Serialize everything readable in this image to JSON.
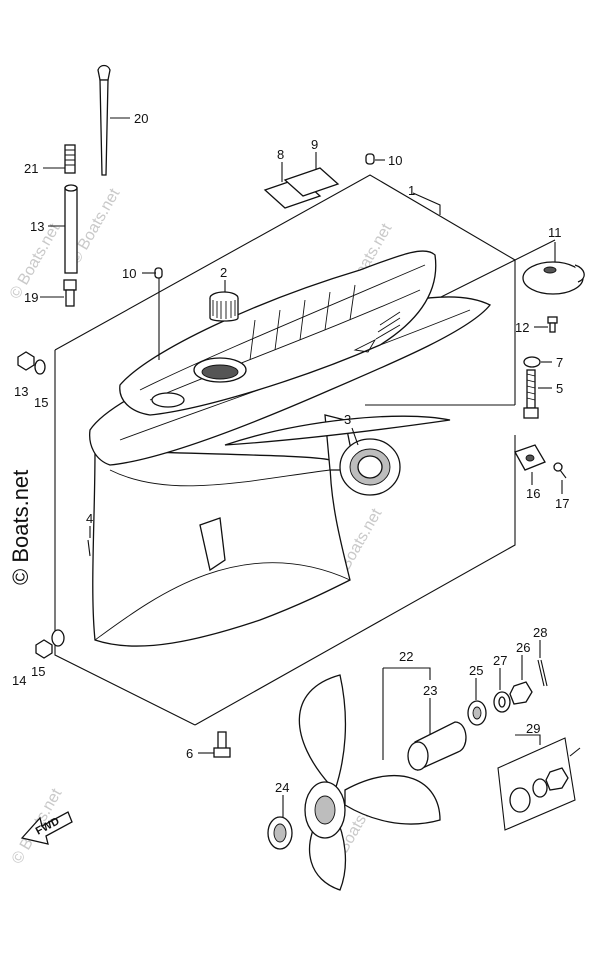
{
  "callouts": [
    {
      "id": "c20",
      "label": "20"
    },
    {
      "id": "c21",
      "label": "21"
    },
    {
      "id": "c8",
      "label": "8"
    },
    {
      "id": "c9",
      "label": "9"
    },
    {
      "id": "c10a",
      "label": "10"
    },
    {
      "id": "c1",
      "label": "1"
    },
    {
      "id": "c13a",
      "label": "13"
    },
    {
      "id": "c11",
      "label": "11"
    },
    {
      "id": "c10b",
      "label": "10"
    },
    {
      "id": "c2",
      "label": "2"
    },
    {
      "id": "c19",
      "label": "19"
    },
    {
      "id": "c12",
      "label": "12"
    },
    {
      "id": "c13b",
      "label": "13"
    },
    {
      "id": "c15a",
      "label": "15"
    },
    {
      "id": "c7",
      "label": "7"
    },
    {
      "id": "c5",
      "label": "5"
    },
    {
      "id": "c3",
      "label": "3"
    },
    {
      "id": "c16",
      "label": "16"
    },
    {
      "id": "c17",
      "label": "17"
    },
    {
      "id": "c4",
      "label": "4"
    },
    {
      "id": "c28",
      "label": "28"
    },
    {
      "id": "c22",
      "label": "22"
    },
    {
      "id": "c26",
      "label": "26"
    },
    {
      "id": "c27",
      "label": "27"
    },
    {
      "id": "c25",
      "label": "25"
    },
    {
      "id": "c14",
      "label": "14"
    },
    {
      "id": "c15b",
      "label": "15"
    },
    {
      "id": "c23",
      "label": "23"
    },
    {
      "id": "c29",
      "label": "29"
    },
    {
      "id": "c6",
      "label": "6"
    },
    {
      "id": "c24",
      "label": "24"
    }
  ],
  "watermarks": {
    "side_text": "© Boats.net",
    "faint_text": "© Boats.net"
  },
  "fwd_label": "FWD"
}
